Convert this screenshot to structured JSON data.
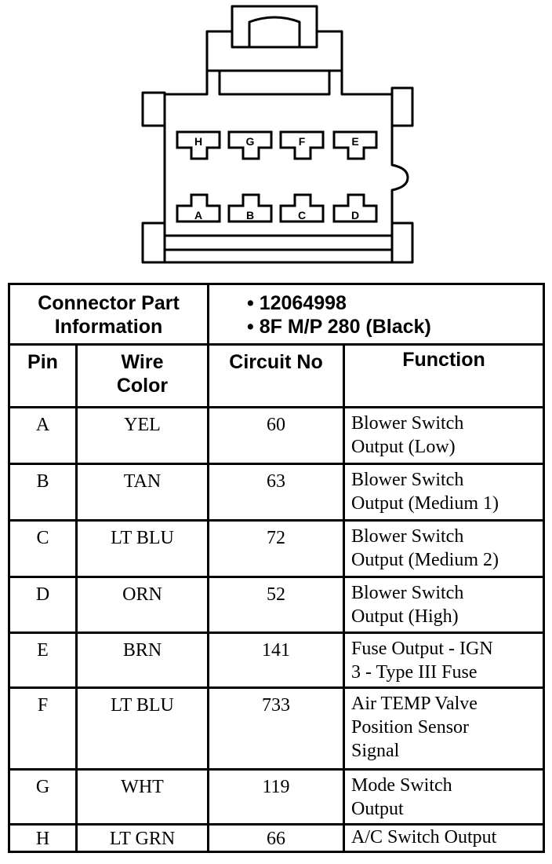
{
  "connector": {
    "pins_top": [
      "H",
      "G",
      "F",
      "E"
    ],
    "pins_bottom": [
      "A",
      "B",
      "C",
      "D"
    ]
  },
  "table": {
    "part_info_label": [
      "Connector Part",
      "Information"
    ],
    "part_info_values": [
      "• 12064998",
      "• 8F M/P 280 (Black)"
    ],
    "headers": {
      "pin": "Pin",
      "wire_color": [
        "Wire",
        "Color"
      ],
      "circuit": "Circuit No",
      "function": "Function"
    },
    "rows": [
      {
        "pin": "A",
        "color": "YEL",
        "circuit": "60",
        "function": [
          "Blower Switch",
          "Output (Low)"
        ]
      },
      {
        "pin": "B",
        "color": "TAN",
        "circuit": "63",
        "function": [
          "Blower Switch",
          "Output (Medium 1)"
        ]
      },
      {
        "pin": "C",
        "color": "LT BLU",
        "circuit": "72",
        "function": [
          "Blower Switch",
          "Output (Medium 2)"
        ]
      },
      {
        "pin": "D",
        "color": "ORN",
        "circuit": "52",
        "function": [
          "Blower Switch",
          "Output (High)"
        ]
      },
      {
        "pin": "E",
        "color": "BRN",
        "circuit": "141",
        "function": [
          "Fuse Output - IGN",
          "3 - Type III Fuse"
        ]
      },
      {
        "pin": "F",
        "color": "LT BLU",
        "circuit": "733",
        "function": [
          "Air TEMP Valve",
          "Position Sensor",
          "Signal"
        ]
      },
      {
        "pin": "G",
        "color": "WHT",
        "circuit": "119",
        "function": [
          "Mode Switch",
          "Output"
        ]
      },
      {
        "pin": "H",
        "color": "LT GRN",
        "circuit": "66",
        "function": [
          "A/C Switch Output"
        ]
      }
    ]
  }
}
